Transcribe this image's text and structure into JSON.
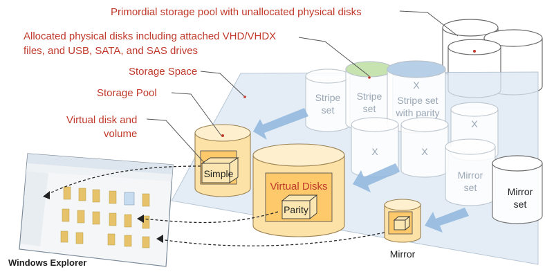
{
  "labels": {
    "primordial": "Primordial storage pool with unallocated physical disks",
    "allocated_line1": "Allocated physical disks including attached VHD/VHDX",
    "allocated_line2": "files, and USB, SATA, and SAS drives",
    "storage_space": "Storage Space",
    "storage_pool": "Storage Pool",
    "virtual_disk_line1": "Virtual disk and",
    "virtual_disk_line2": "volume",
    "windows_explorer": "Windows Explorer"
  },
  "disks": {
    "stripe_set_1_line1": "Stripe",
    "stripe_set_1_line2": "set",
    "stripe_set_2_line1": "Stripe",
    "stripe_set_2_line2": "set",
    "parity_set_x": "X",
    "parity_set_line1": "Stripe set",
    "parity_set_line2": "with parity",
    "x_mark_1": "X",
    "x_mark_2": "X",
    "x_mark_3": "X",
    "mirror_set_1_line1": "Mirror",
    "mirror_set_1_line2": "set",
    "mirror_set_2_line1": "Mirror",
    "mirror_set_2_line2": "set"
  },
  "volumes": {
    "simple": "Simple",
    "virtual_disks": "Virtual Disks",
    "parity": "Parity",
    "mirror": "Mirror"
  },
  "colors": {
    "label_red": "#c0392b",
    "pool_plane": "#dbe8f3",
    "arrow_blue": "#8fb6dd",
    "volume_orange": "#fde2a8",
    "stripe_green_top": "#c7e3b0",
    "parity_blue_top": "#b8cfe8"
  }
}
